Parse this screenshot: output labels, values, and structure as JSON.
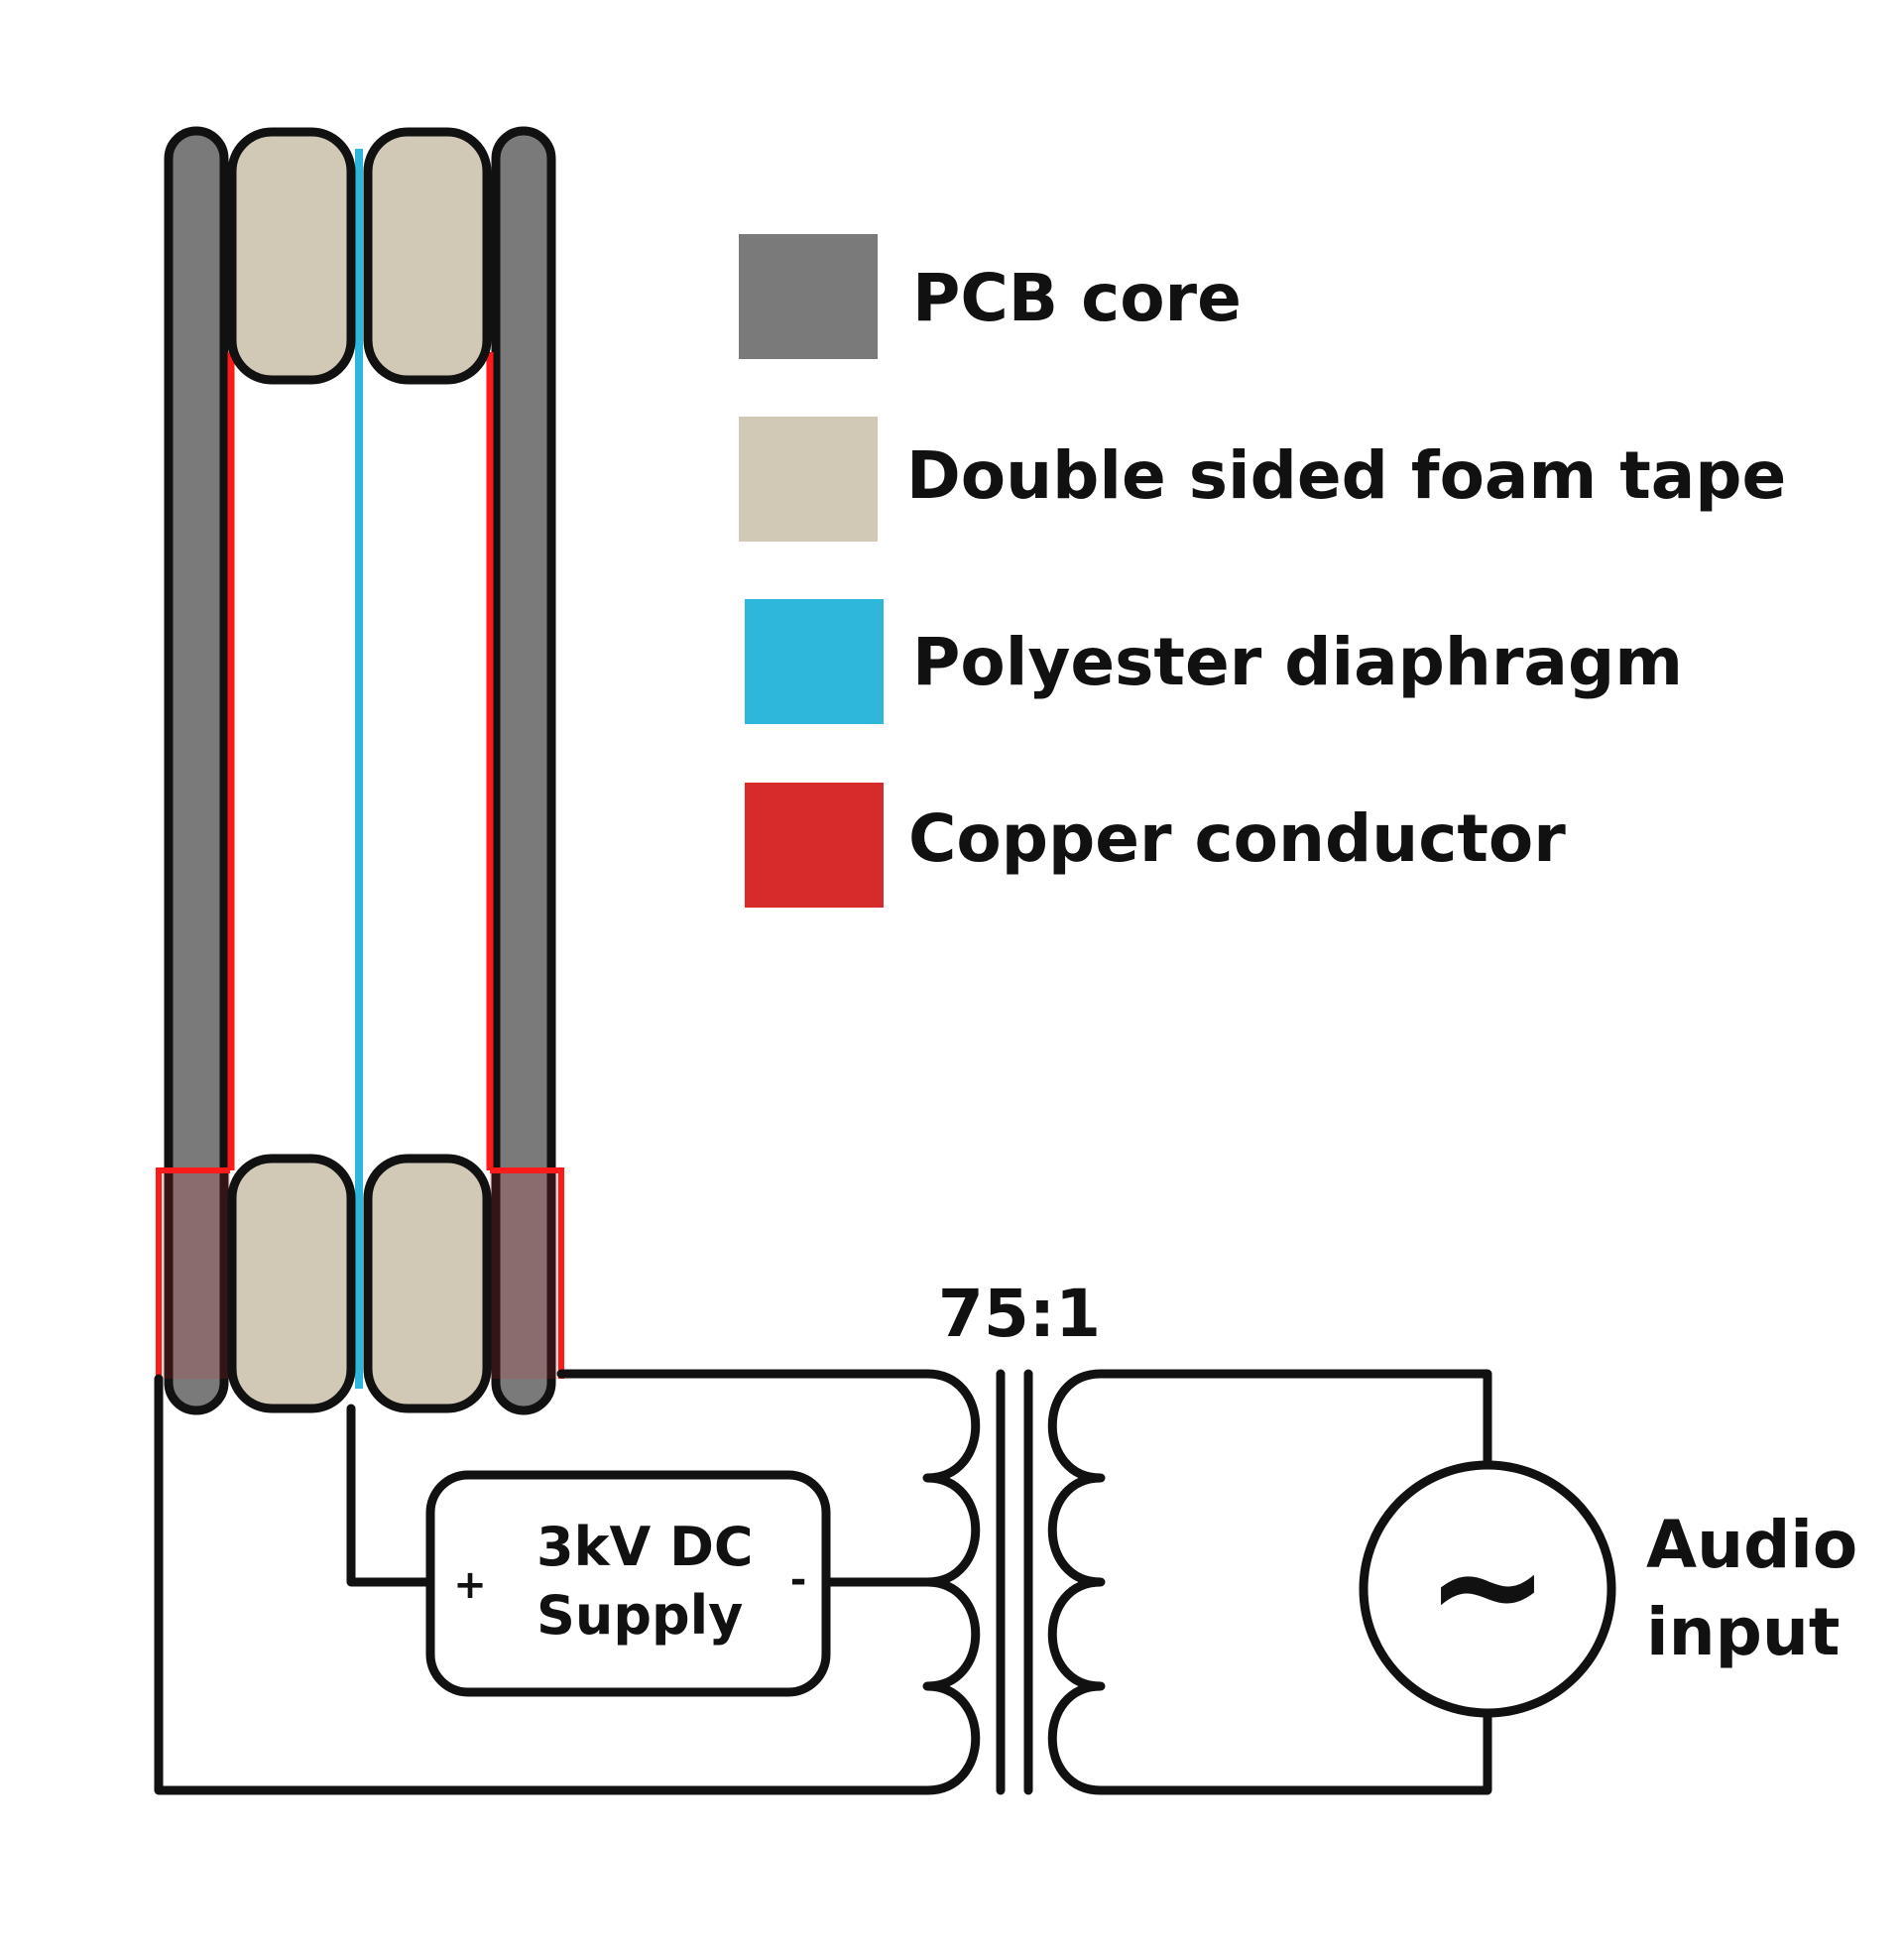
{
  "legend": {
    "items": [
      {
        "label": "PCB core",
        "color": "#7a7a7a"
      },
      {
        "label": "Double sided foam tape",
        "color": "#d1c9b6"
      },
      {
        "label": "Polyester diaphragm",
        "color": "#2eb6db"
      },
      {
        "label": "Copper conductor",
        "color": "#d62b2b"
      }
    ]
  },
  "transformer": {
    "ratio": "75:1"
  },
  "supply": {
    "line1": "3kV DC",
    "line2": "Supply",
    "plus": "+",
    "minus": "-"
  },
  "source": {
    "symbol": "~",
    "label_line1": "Audio",
    "label_line2": "input"
  }
}
